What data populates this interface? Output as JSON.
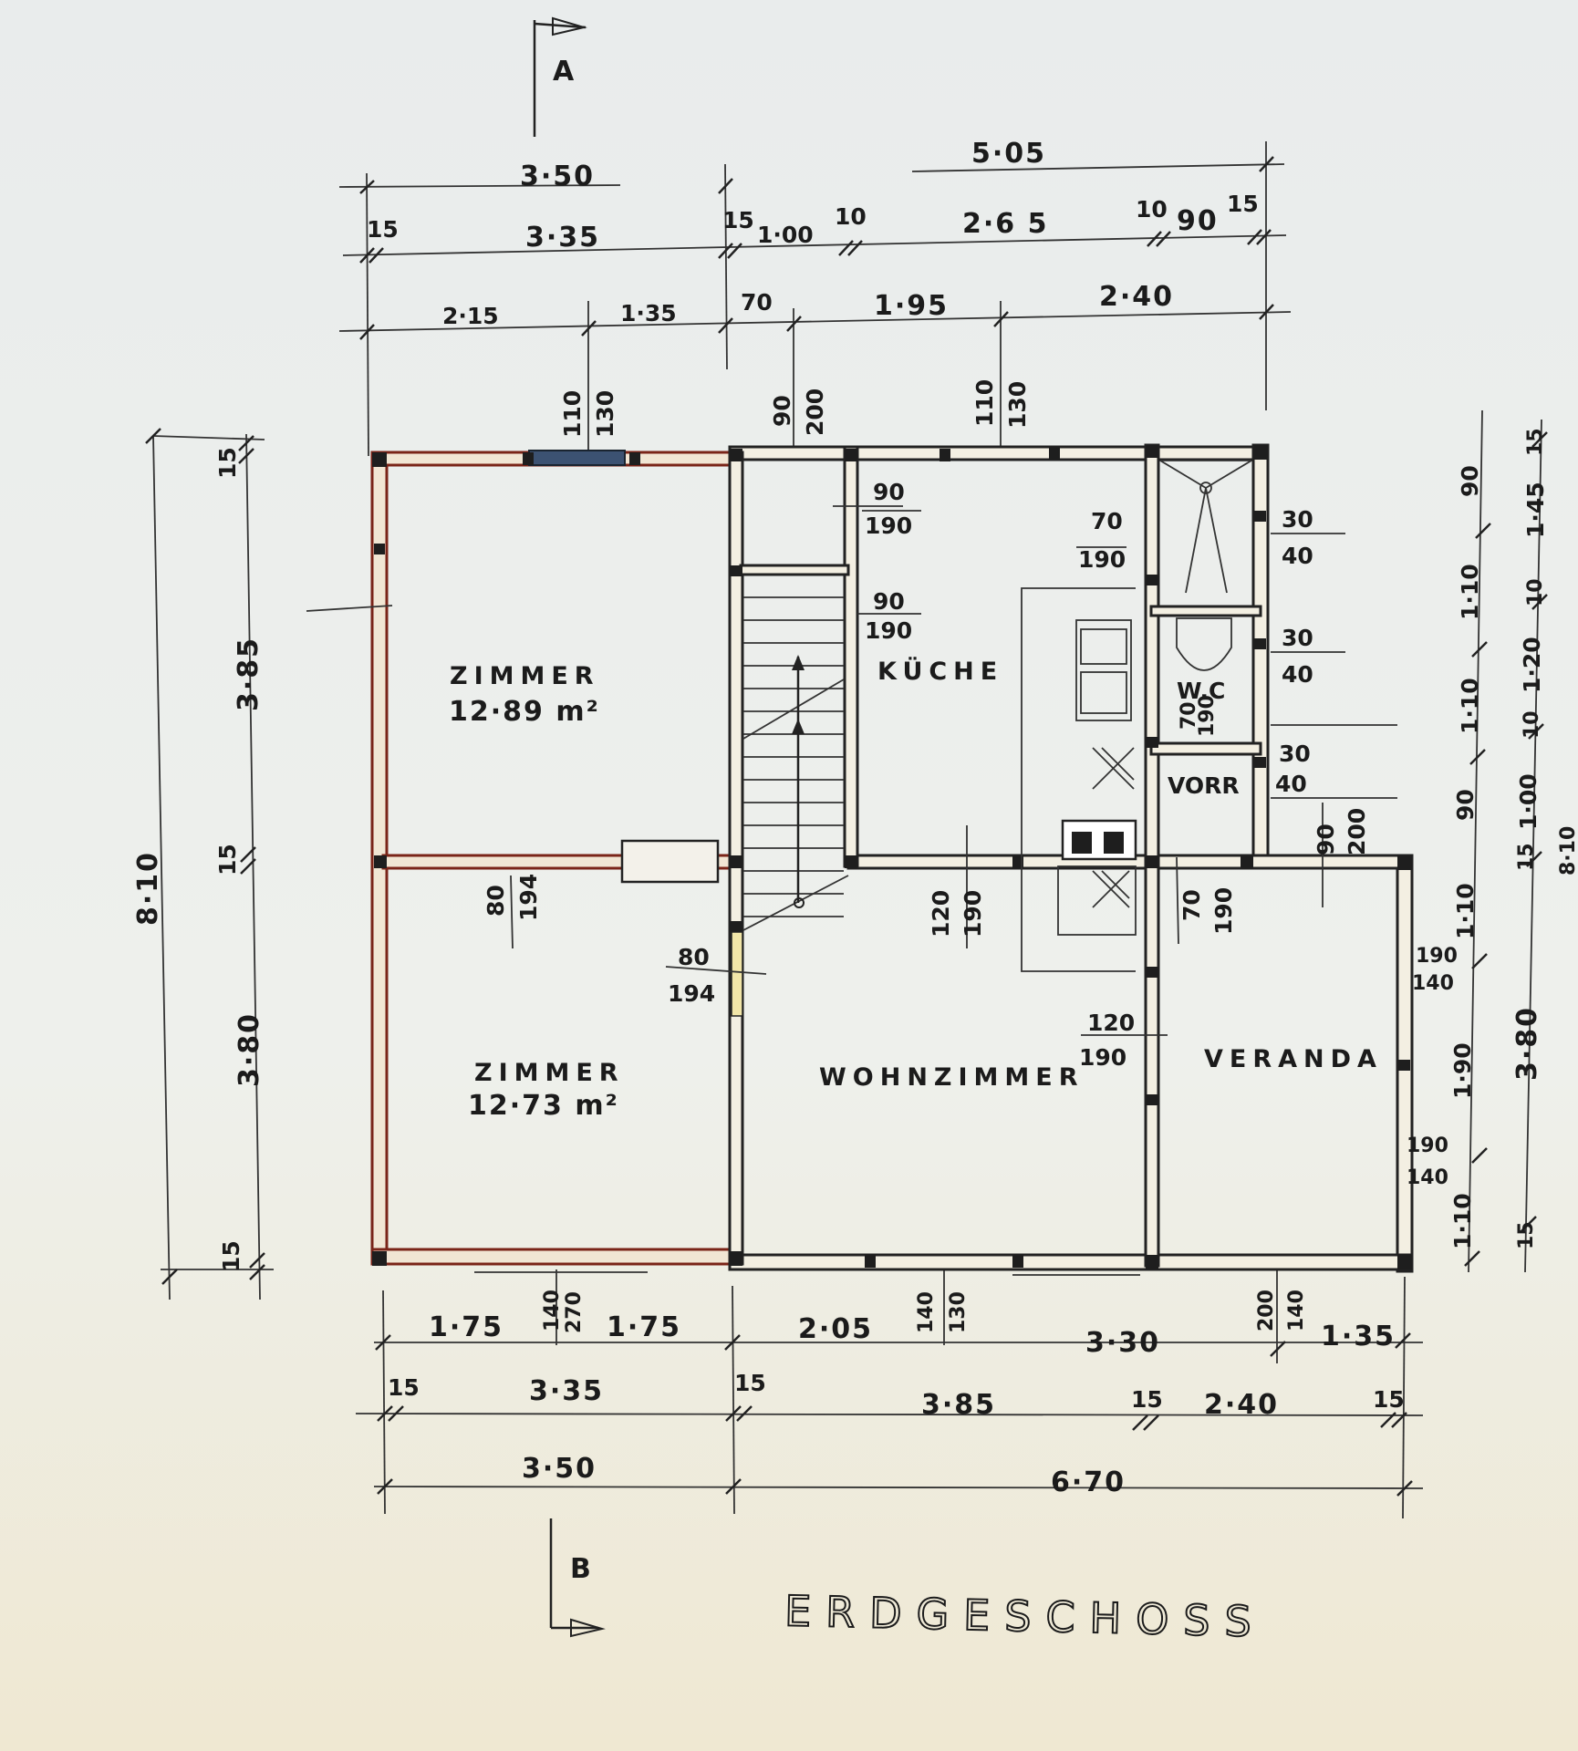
{
  "title": "ERDGESCHOSS",
  "section_marks": {
    "top": "A",
    "bottom": "B"
  },
  "rooms": {
    "zimmer_top": {
      "name": "ZIMMER",
      "area": "12·89 m²"
    },
    "zimmer_bottom": {
      "name": "ZIMMER",
      "area": "12·73 m²"
    },
    "kueche": {
      "name": "KÜCHE"
    },
    "wohnzimmer": {
      "name": "WOHNZIMMER"
    },
    "veranda": {
      "name": "VERANDA"
    },
    "wc": {
      "name": "W.C"
    },
    "vorr": {
      "name": "VORR"
    }
  },
  "dims_top": {
    "r1_a": "3·50",
    "r1_b": "5·05",
    "r2_a": "15",
    "r2_b": "3·35",
    "r2_c": "15",
    "r2_d": "1·00",
    "r2_e": "10",
    "r2_f": "2·6 5",
    "r2_g": "10",
    "r2_h": "90",
    "r2_i": "15",
    "r3_a": "2·15",
    "r3_b": "1·35",
    "r3_c": "70",
    "r3_d": "1·95",
    "r3_e": "2·40",
    "op1_w": "110",
    "op1_h": "130",
    "op2_w": "90",
    "op2_h": "200",
    "op3_w": "110",
    "op3_h": "130"
  },
  "dims_bottom": {
    "r1_a": "1·75",
    "r1_b1": "140",
    "r1_b2": "270",
    "r1_c": "1·75",
    "r1_d": "2·05",
    "r1_e1": "140",
    "r1_e2": "130",
    "r1_f": "3·30",
    "r1_g1": "200",
    "r1_g2": "140",
    "r1_h": "1·35",
    "r2_a": "15",
    "r2_b": "3·35",
    "r2_c": "15",
    "r2_d": "3·85",
    "r2_e": "15",
    "r2_f": "2·40",
    "r2_g": "15",
    "r3_a": "3·50",
    "r3_b": "6·70"
  },
  "dims_left": {
    "total": "8·10",
    "a": "15",
    "b": "3·85",
    "c": "15",
    "d": "3·80",
    "e": "15"
  },
  "dims_right": {
    "c1_a": "90",
    "c1_b": "1·10",
    "c1_c": "1·10",
    "c1_d": "90",
    "c1_e": "1·10",
    "c1_f": "1·90",
    "c1_g": "1·10",
    "c2_a": "15",
    "c2_b": "1·45",
    "c2_c": "10",
    "c2_d": "1·20",
    "c2_e": "10",
    "c2_f": "1·00",
    "c2_g": "15",
    "c2_h": "3·80",
    "c2_i": "15",
    "c2_j": "8·10"
  },
  "inner": {
    "k1_w": "90",
    "k1_h": "190",
    "k2_w": "90",
    "k2_h": "190",
    "wc_w": "70",
    "wc_h": "190",
    "wc2_w": "70",
    "wc2_h": "190",
    "win1_w": "30",
    "win1_h": "40",
    "win2_w": "30",
    "win2_h": "40",
    "win3_w": "30",
    "win3_h": "40",
    "vorr_w": "90",
    "vorr_h": "200",
    "d1_w": "80",
    "d1_h": "194",
    "d2_w": "80",
    "d2_h": "194",
    "d3_w": "120",
    "d3_h": "190",
    "d4_w": "70",
    "d4_h": "190",
    "d5_w": "120",
    "d5_h": "190",
    "v1_w": "190",
    "v1_h": "140",
    "v2_w": "190",
    "v2_h": "140"
  }
}
